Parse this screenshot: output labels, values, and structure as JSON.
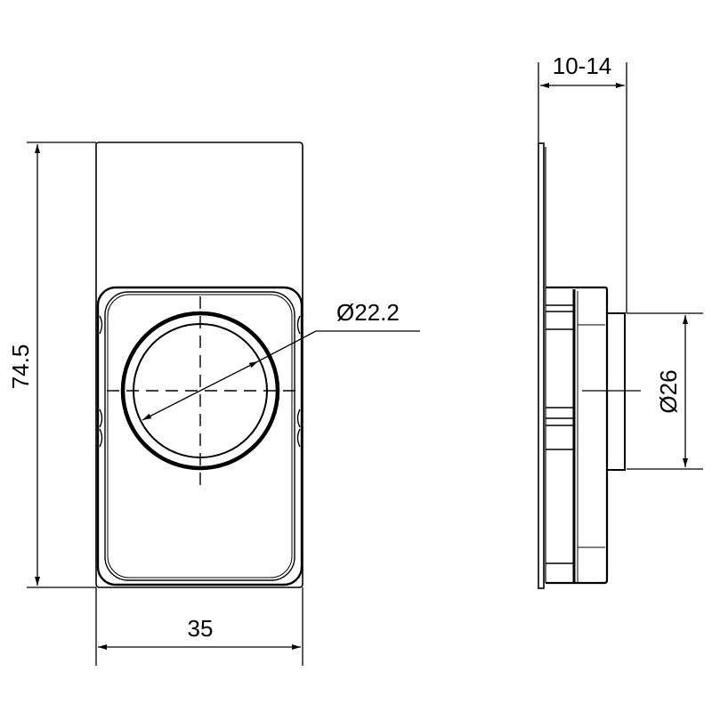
{
  "dimensions": {
    "height": "74.5",
    "width": "35",
    "inner_diameter": "Ø22.2",
    "boss_diameter": "Ø26",
    "thickness_range": "10-14"
  },
  "colors": {
    "line": "#000000",
    "background": "#ffffff"
  }
}
